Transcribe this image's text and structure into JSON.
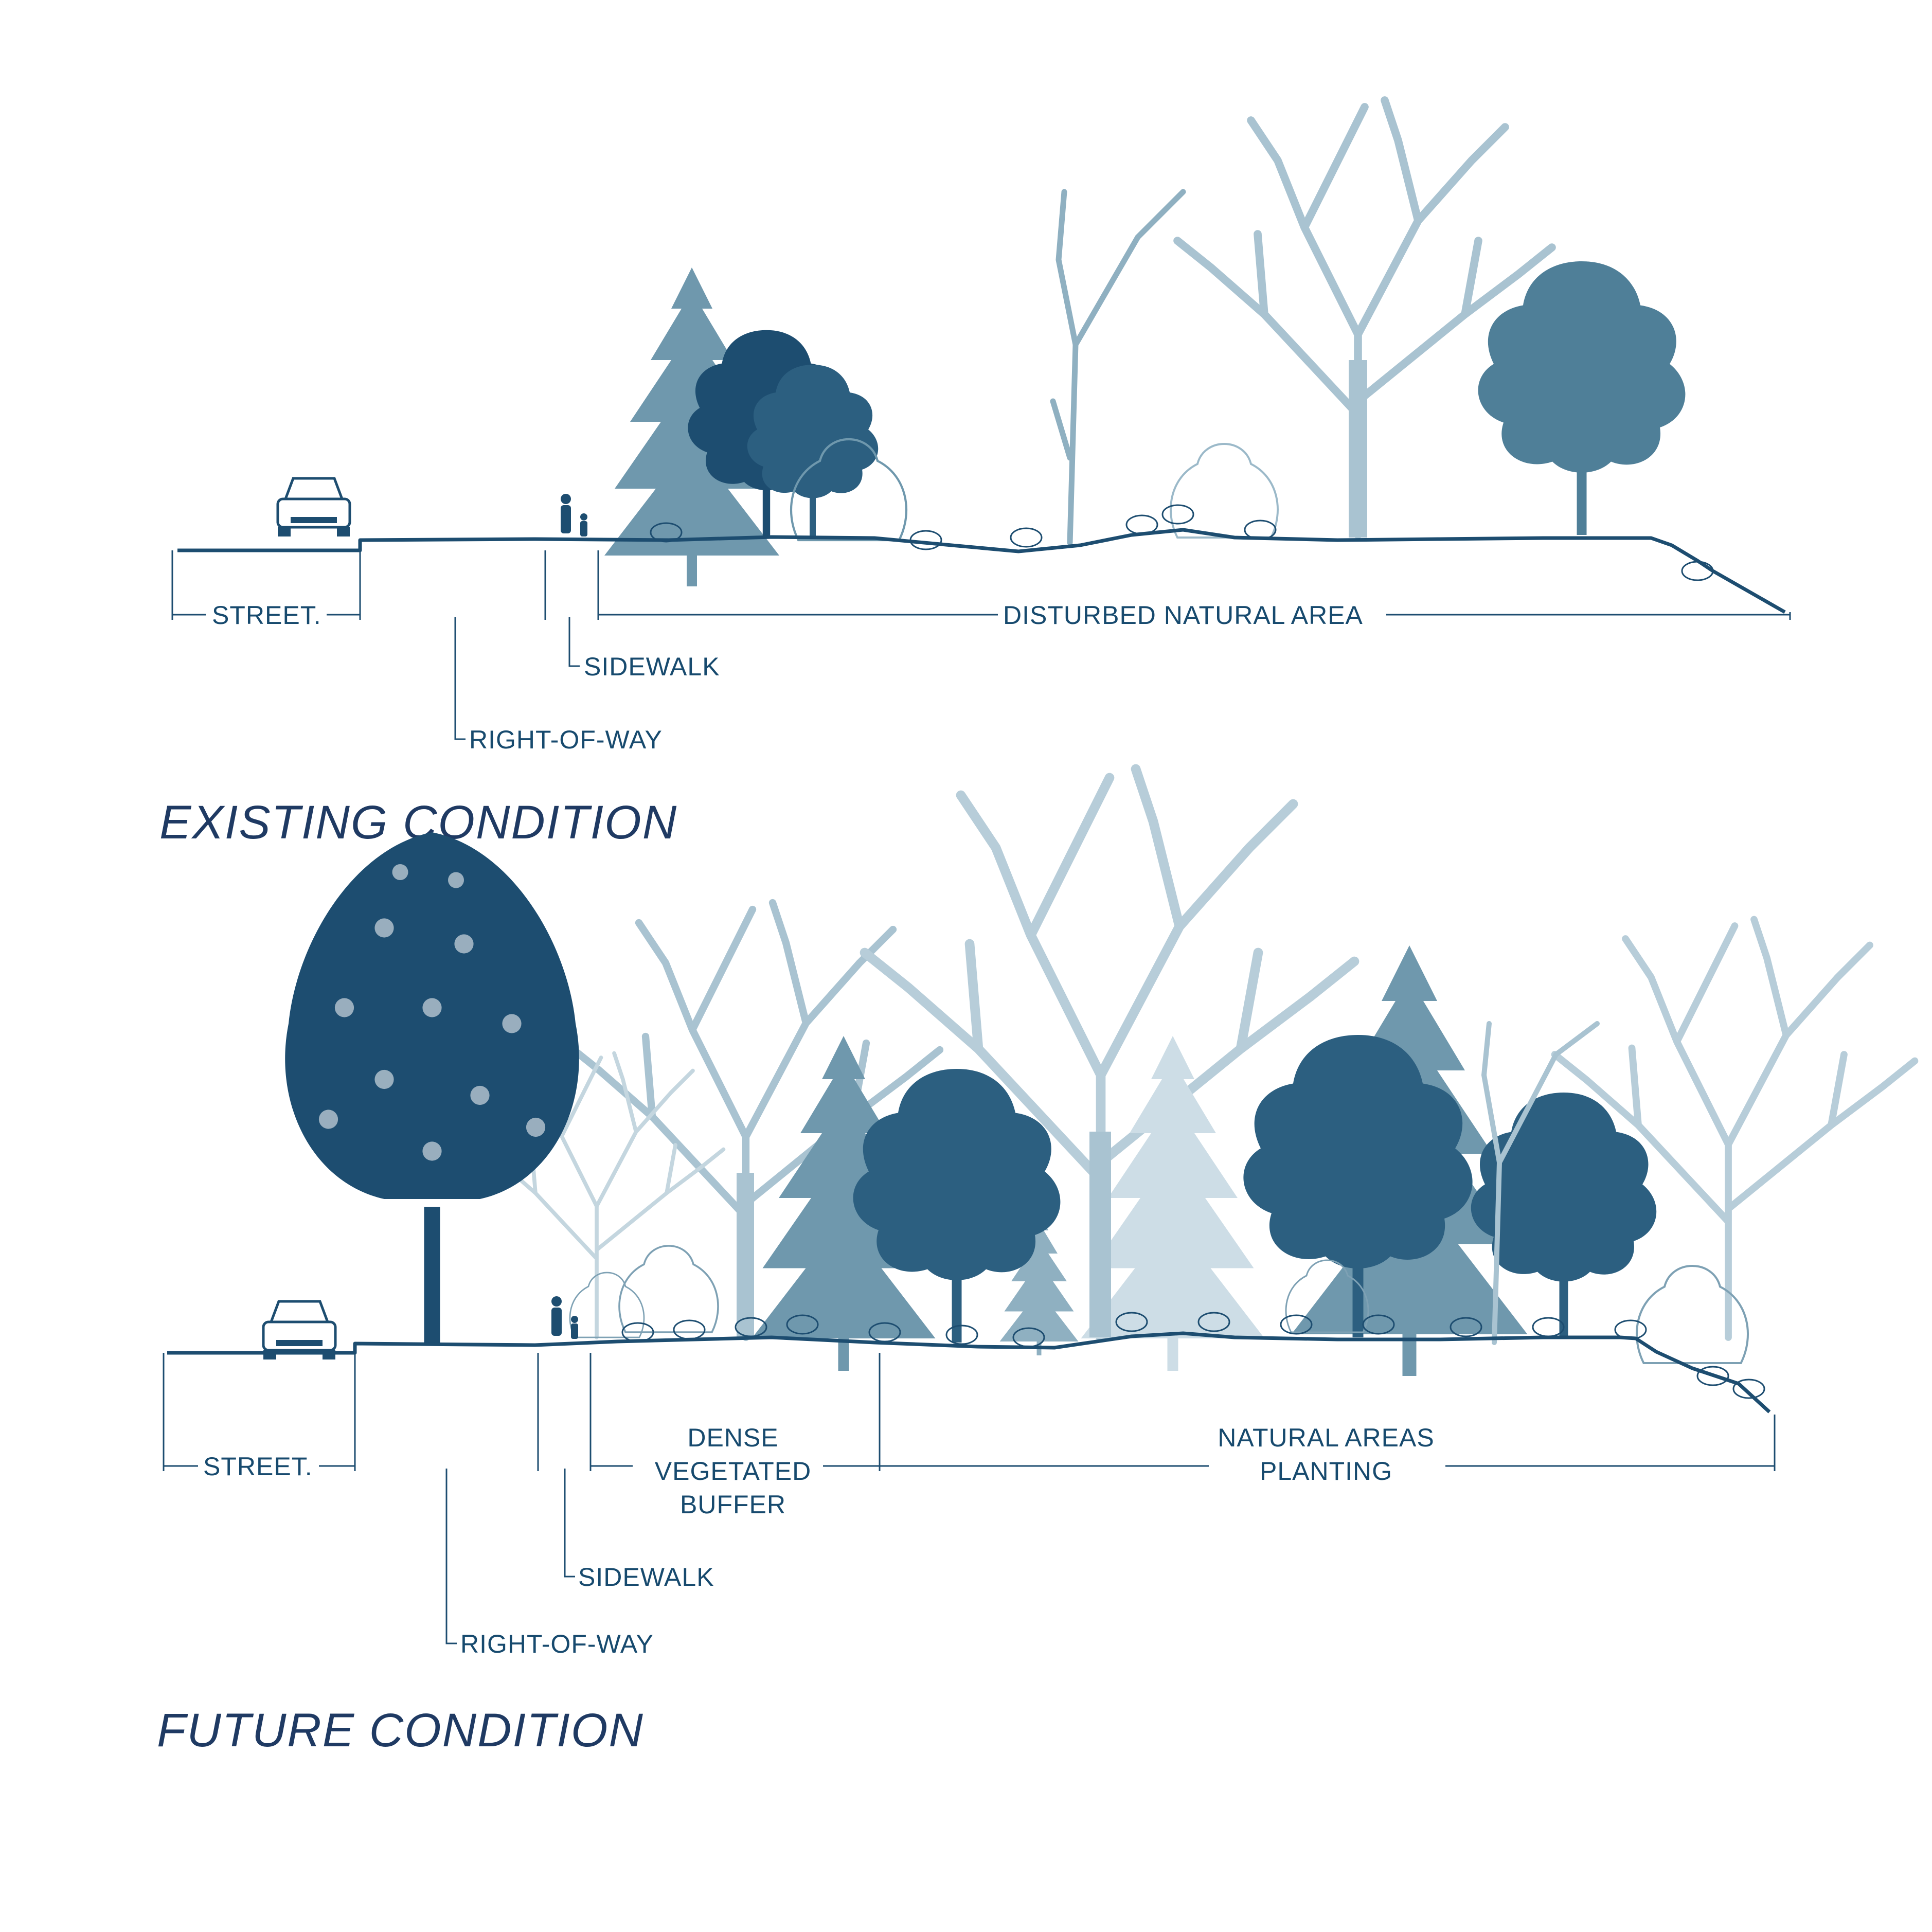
{
  "existing": {
    "title": "EXISTING CONDITION",
    "labels": {
      "street": "STREET.",
      "right_of_way": "RIGHT-OF-WAY",
      "sidewalk": "SIDEWALK",
      "disturbed_natural_area": "DISTURBED NATURAL AREA"
    }
  },
  "future": {
    "title": "FUTURE CONDITION",
    "labels": {
      "street": "STREET.",
      "right_of_way": "RIGHT-OF-WAY",
      "sidewalk": "SIDEWALK",
      "dense_line1": "DENSE",
      "dense_line2": "VEGETATED",
      "dense_line3": "BUFFER",
      "natural_line1": "NATURAL AREAS",
      "natural_line2": "PLANTING"
    }
  },
  "colors": {
    "dark": "#1d4d70",
    "mid": "#4f7f98",
    "light": "#a9c3d1",
    "pale": "#cddde6",
    "title": "#1f3a63"
  }
}
